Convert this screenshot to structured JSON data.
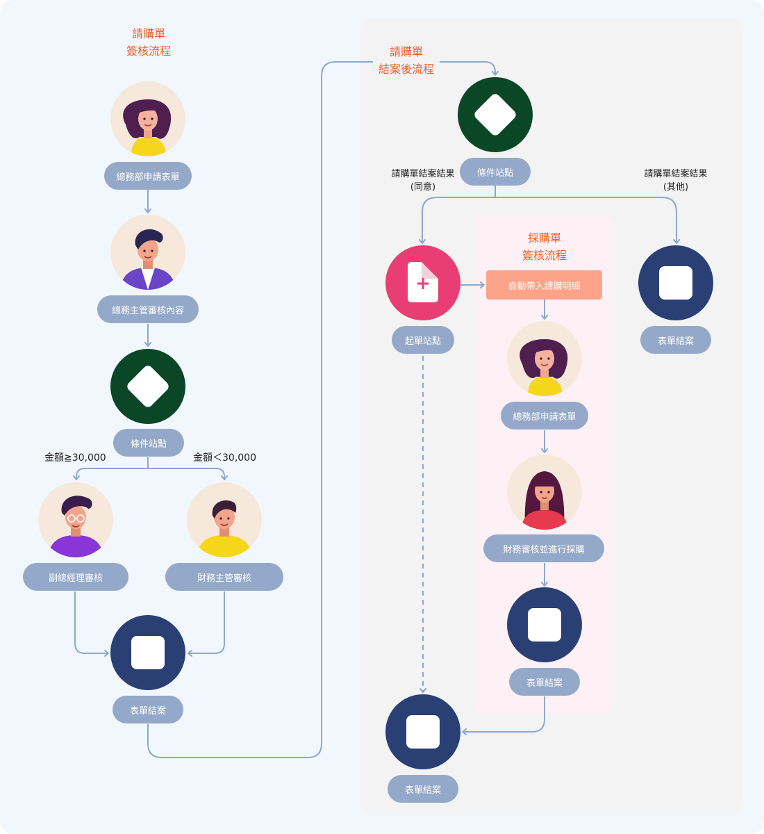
{
  "colors": {
    "canvas_bg": "#f1f7fd",
    "panel_gray": "#f3f3f4",
    "panel_pink": "#fdf1f5",
    "title_orange": "#e8622a",
    "pill": "#94a9c9",
    "connector": "#8ea8cc",
    "condition_node": "#0b4727",
    "end_node": "#2a3f73",
    "start_node": "#e83e75",
    "auto_step": "#fca38a"
  },
  "left_flow": {
    "title": "請購單\n簽核流程",
    "step1_label": "總務部申請表單",
    "step2_label": "總務主管審核內容",
    "condition_label": "條件站點",
    "branch_left_condition": "金額≧30,000",
    "branch_right_condition": "金額＜30,000",
    "branch_left_label": "副總經理審核",
    "branch_right_label": "財務主管審核",
    "end_label": "表單結案"
  },
  "right_flow": {
    "title": "請購單\n結案後流程",
    "condition_label": "條件站點",
    "result_agree": "請購單結案結果\n(同意)",
    "result_other": "請購單結案結果\n(其他)",
    "start_label": "起單站點",
    "other_end_label": "表單結案",
    "final_end_label": "表單結案"
  },
  "sub_flow": {
    "title": "採購單\n簽核流程",
    "auto_step": "自動帶入請購明細",
    "step1_label": "總務部申請表單",
    "step2_label": "財務審核並進行採購",
    "end_label": "表單結案"
  },
  "icons": {
    "condition": "diamond-icon",
    "end": "square-icon",
    "start": "document-plus-icon"
  }
}
